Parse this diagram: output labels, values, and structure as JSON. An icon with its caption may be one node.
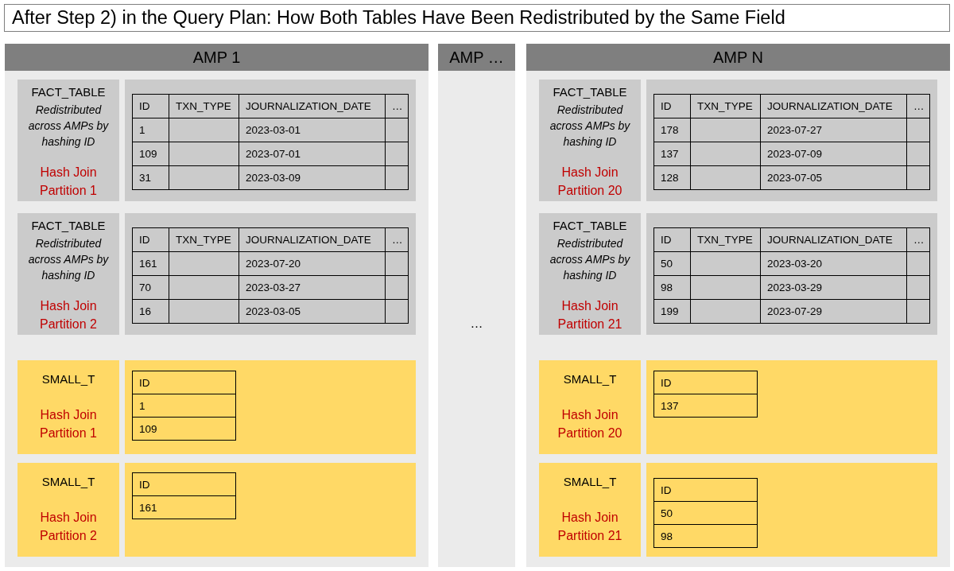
{
  "diagram": {
    "title": "After Step 2) in the Query Plan: How Both Tables Have Been Redistributed by the Same Field",
    "nodes": [
      {
        "text": [
          "AMP 1"
        ]
      },
      {
        "text": [
          "FACT_TABLE",
          "Redistributed across AMPs by hashing ID",
          "Hash Join Partition 1"
        ],
        "in": 0
      },
      {
        "text": [],
        "shape": "box",
        "in": 0
      },
      {
        "text": [
          "FACT_TABLE",
          "Redistributed across AMPs by hashing ID",
          "Hash Join Partition 2"
        ],
        "in": 0
      },
      {
        "text": [],
        "shape": "box",
        "in": 0
      },
      {
        "text": [
          "SMALL_T",
          "Hash Join Partition 1"
        ],
        "in": 0
      },
      {
        "text": [],
        "shape": "box",
        "in": 0
      },
      {
        "text": [
          "SMALL_T",
          "Hash Join Partition 2"
        ],
        "in": 0
      },
      {
        "text": [],
        "shape": "box",
        "in": 0
      },
      {
        "text": [
          "AMP …",
          "…"
        ]
      },
      {
        "text": [
          "AMP N"
        ]
      },
      {
        "text": [
          "FACT_TABLE",
          "Redistributed across AMPs by hashing ID",
          "Hash Join Partition 20"
        ],
        "in": 10
      },
      {
        "text": [],
        "shape": "box",
        "in": 10
      },
      {
        "text": [
          "FACT_TABLE",
          "Redistributed across AMPs by hashing ID",
          "Hash Join Partition 21"
        ],
        "in": 10
      },
      {
        "text": [],
        "shape": "box",
        "in": 10
      },
      {
        "text": [
          "SMALL_T",
          "Hash Join Partition 20"
        ],
        "in": 10
      },
      {
        "text": [],
        "shape": "box",
        "in": 10
      },
      {
        "text": [
          "SMALL_T",
          "Hash Join Partition 21"
        ],
        "in": 10
      },
      {
        "text": [],
        "shape": "box",
        "in": 10
      }
    ],
    "labels": [
      "ID",
      "TXN_TYPE",
      "JOURNALIZATION_DATE",
      "…",
      "1",
      "2023-03-01",
      "109",
      "2023-07-01",
      "31",
      "2023-03-09",
      "ID",
      "TXN_TYPE",
      "JOURNALIZATION_DATE",
      "…",
      "161",
      "2023-07-20",
      "70",
      "2023-03-27",
      "16",
      "2023-03-05",
      "ID",
      "1",
      "109",
      "ID",
      "161",
      "ID",
      "TXN_TYPE",
      "JOURNALIZATION_DATE",
      "…",
      "178",
      "2023-07-27",
      "137",
      "2023-07-09",
      "128",
      "2023-07-05",
      "ID",
      "TXN_TYPE",
      "JOURNALIZATION_DATE",
      "…",
      "50",
      "2023-03-20",
      "98",
      "2023-03-29",
      "199",
      "2023-07-29",
      "ID",
      "137",
      "ID",
      "50",
      "98"
    ]
  }
}
